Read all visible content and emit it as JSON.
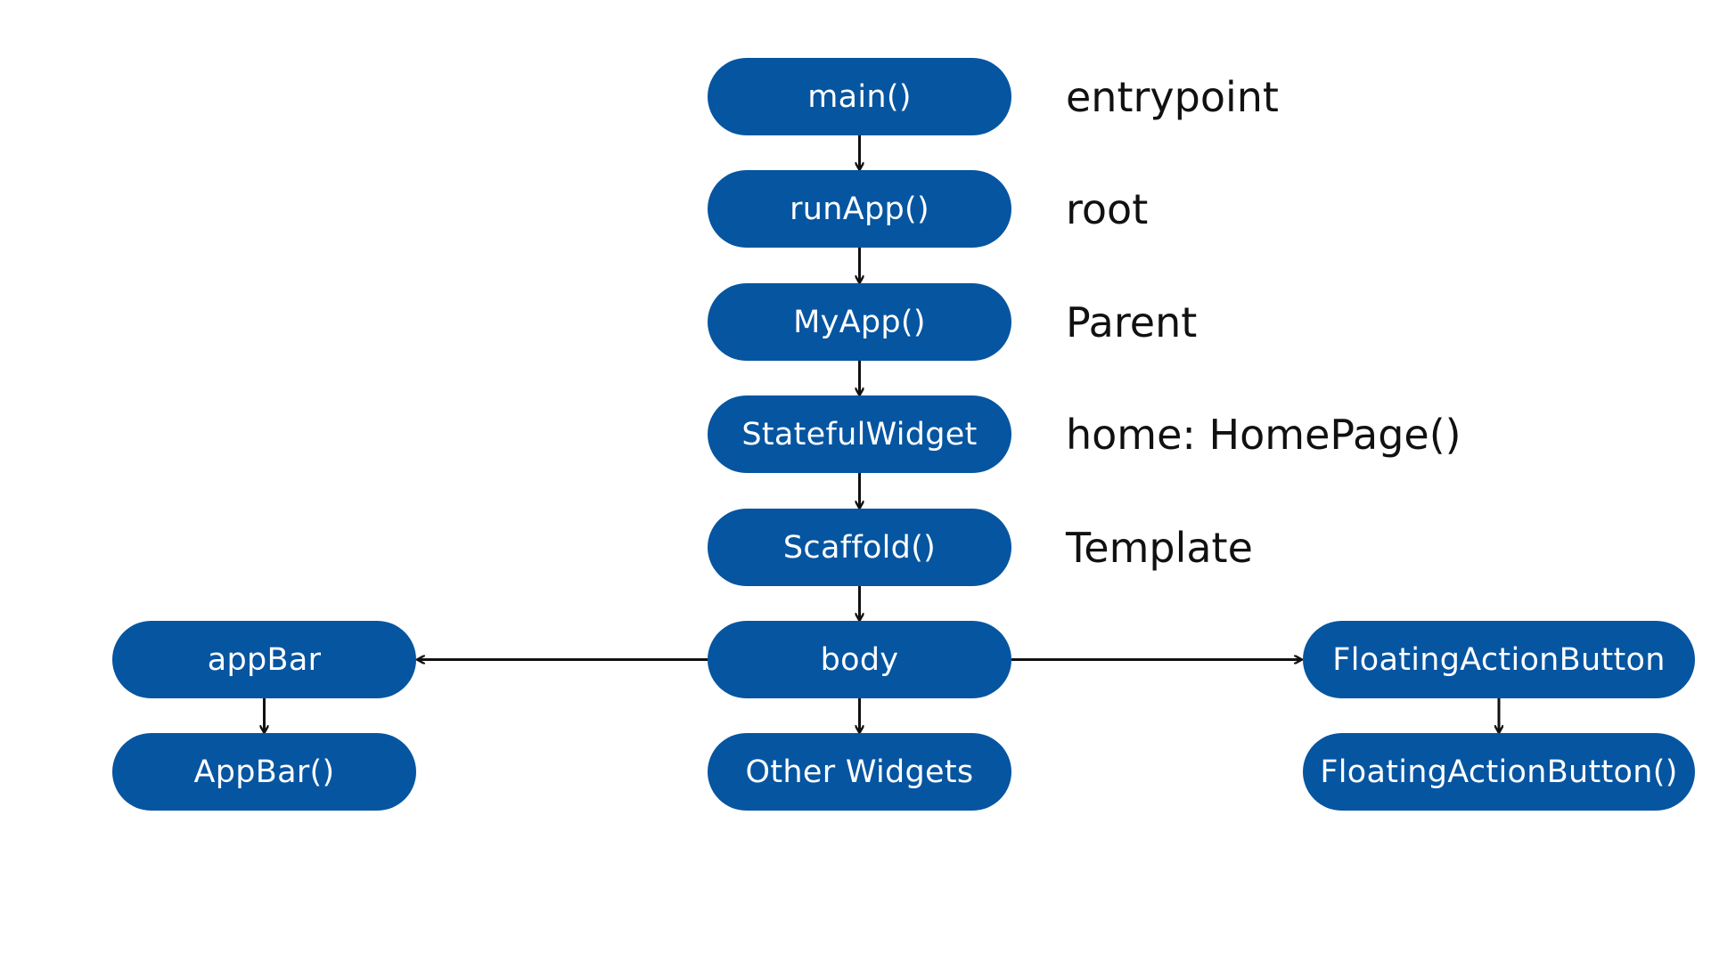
{
  "colors": {
    "node_fill": "#0655A1",
    "node_text": "#ffffff",
    "arrow": "#111111",
    "annotation_text": "#111111"
  },
  "nodes": {
    "main": "main()",
    "runapp": "runApp()",
    "myapp": "MyApp()",
    "stateful": "StatefulWidget",
    "scaffold": "Scaffold()",
    "body": "body",
    "other_widgets": "Other Widgets",
    "appbar": "appBar",
    "appbar_widget": "AppBar()",
    "fab": "FloatingActionButton",
    "fab_widget": "FloatingActionButton()"
  },
  "annotations": {
    "main": "entrypoint",
    "runapp": "root",
    "myapp": "Parent",
    "stateful": "home: HomePage()",
    "scaffold": "Template"
  },
  "edges": [
    {
      "from": "main",
      "to": "runapp"
    },
    {
      "from": "runapp",
      "to": "myapp"
    },
    {
      "from": "myapp",
      "to": "stateful"
    },
    {
      "from": "stateful",
      "to": "scaffold"
    },
    {
      "from": "scaffold",
      "to": "body"
    },
    {
      "from": "body",
      "to": "other_widgets"
    },
    {
      "from": "body",
      "to": "appbar"
    },
    {
      "from": "body",
      "to": "fab"
    },
    {
      "from": "appbar",
      "to": "appbar_widget"
    },
    {
      "from": "fab",
      "to": "fab_widget"
    }
  ]
}
